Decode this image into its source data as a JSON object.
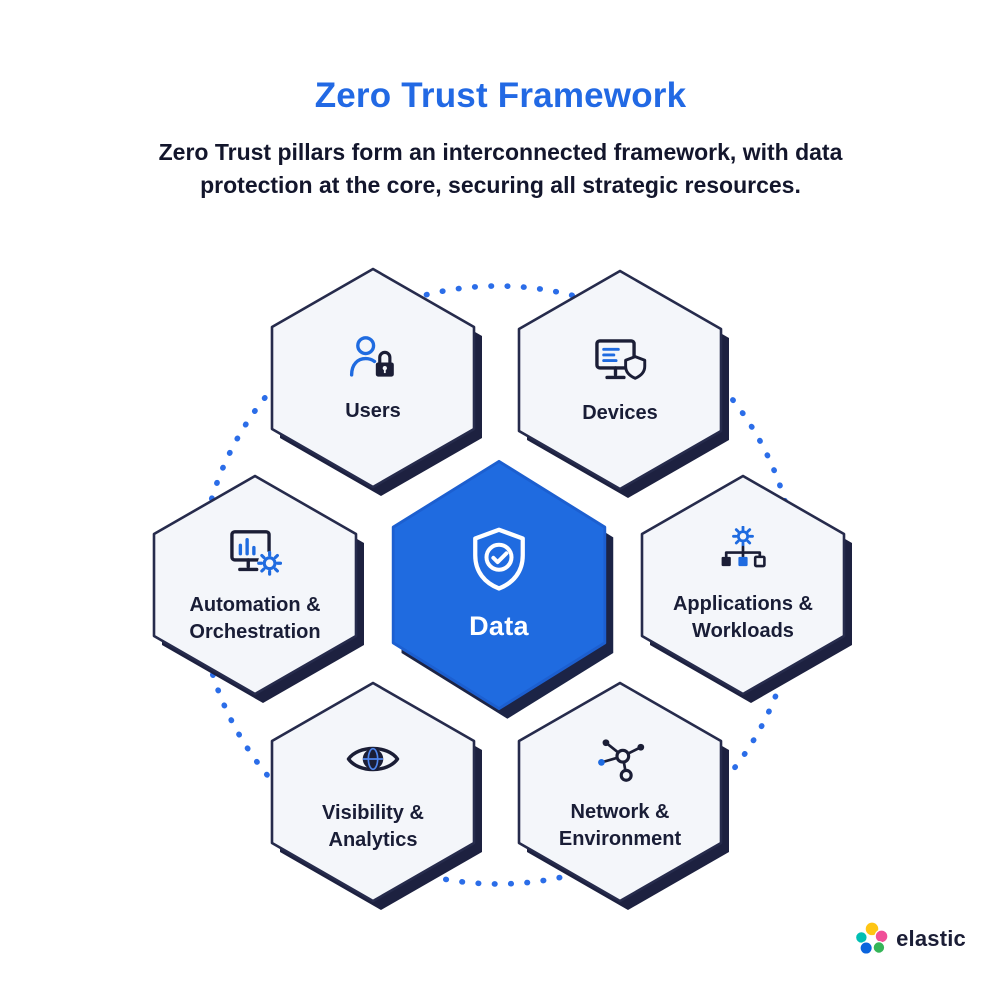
{
  "header": {
    "title": "Zero Trust Framework",
    "subtitle": "Zero Trust pillars form an interconnected framework, with data protection at the core, securing all strategic resources."
  },
  "diagram": {
    "center": {
      "label": "Data",
      "icon": "shield-check-icon"
    },
    "pillars": [
      {
        "label": "Users",
        "icon": "user-lock-icon"
      },
      {
        "label": "Devices",
        "icon": "monitor-shield-icon"
      },
      {
        "label": "Automation &\nOrchestration",
        "icon": "monitor-gear-icon"
      },
      {
        "label": "Applications &\nWorkloads",
        "icon": "gear-hierarchy-icon"
      },
      {
        "label": "Visibility &\nAnalytics",
        "icon": "eye-globe-icon"
      },
      {
        "label": "Network &\nEnvironment",
        "icon": "network-nodes-icon"
      }
    ]
  },
  "branding": {
    "logo_text": "elastic"
  },
  "colors": {
    "accent_blue": "#1f6be0",
    "navy": "#1b1e36",
    "hex_fill": "#f4f6fa",
    "dot_blue": "#2b6de8",
    "logo_yellow": "#fec514",
    "logo_teal": "#00bfb3",
    "logo_pink": "#f04e98",
    "logo_blue": "#0b64dd",
    "logo_green": "#35b558"
  }
}
